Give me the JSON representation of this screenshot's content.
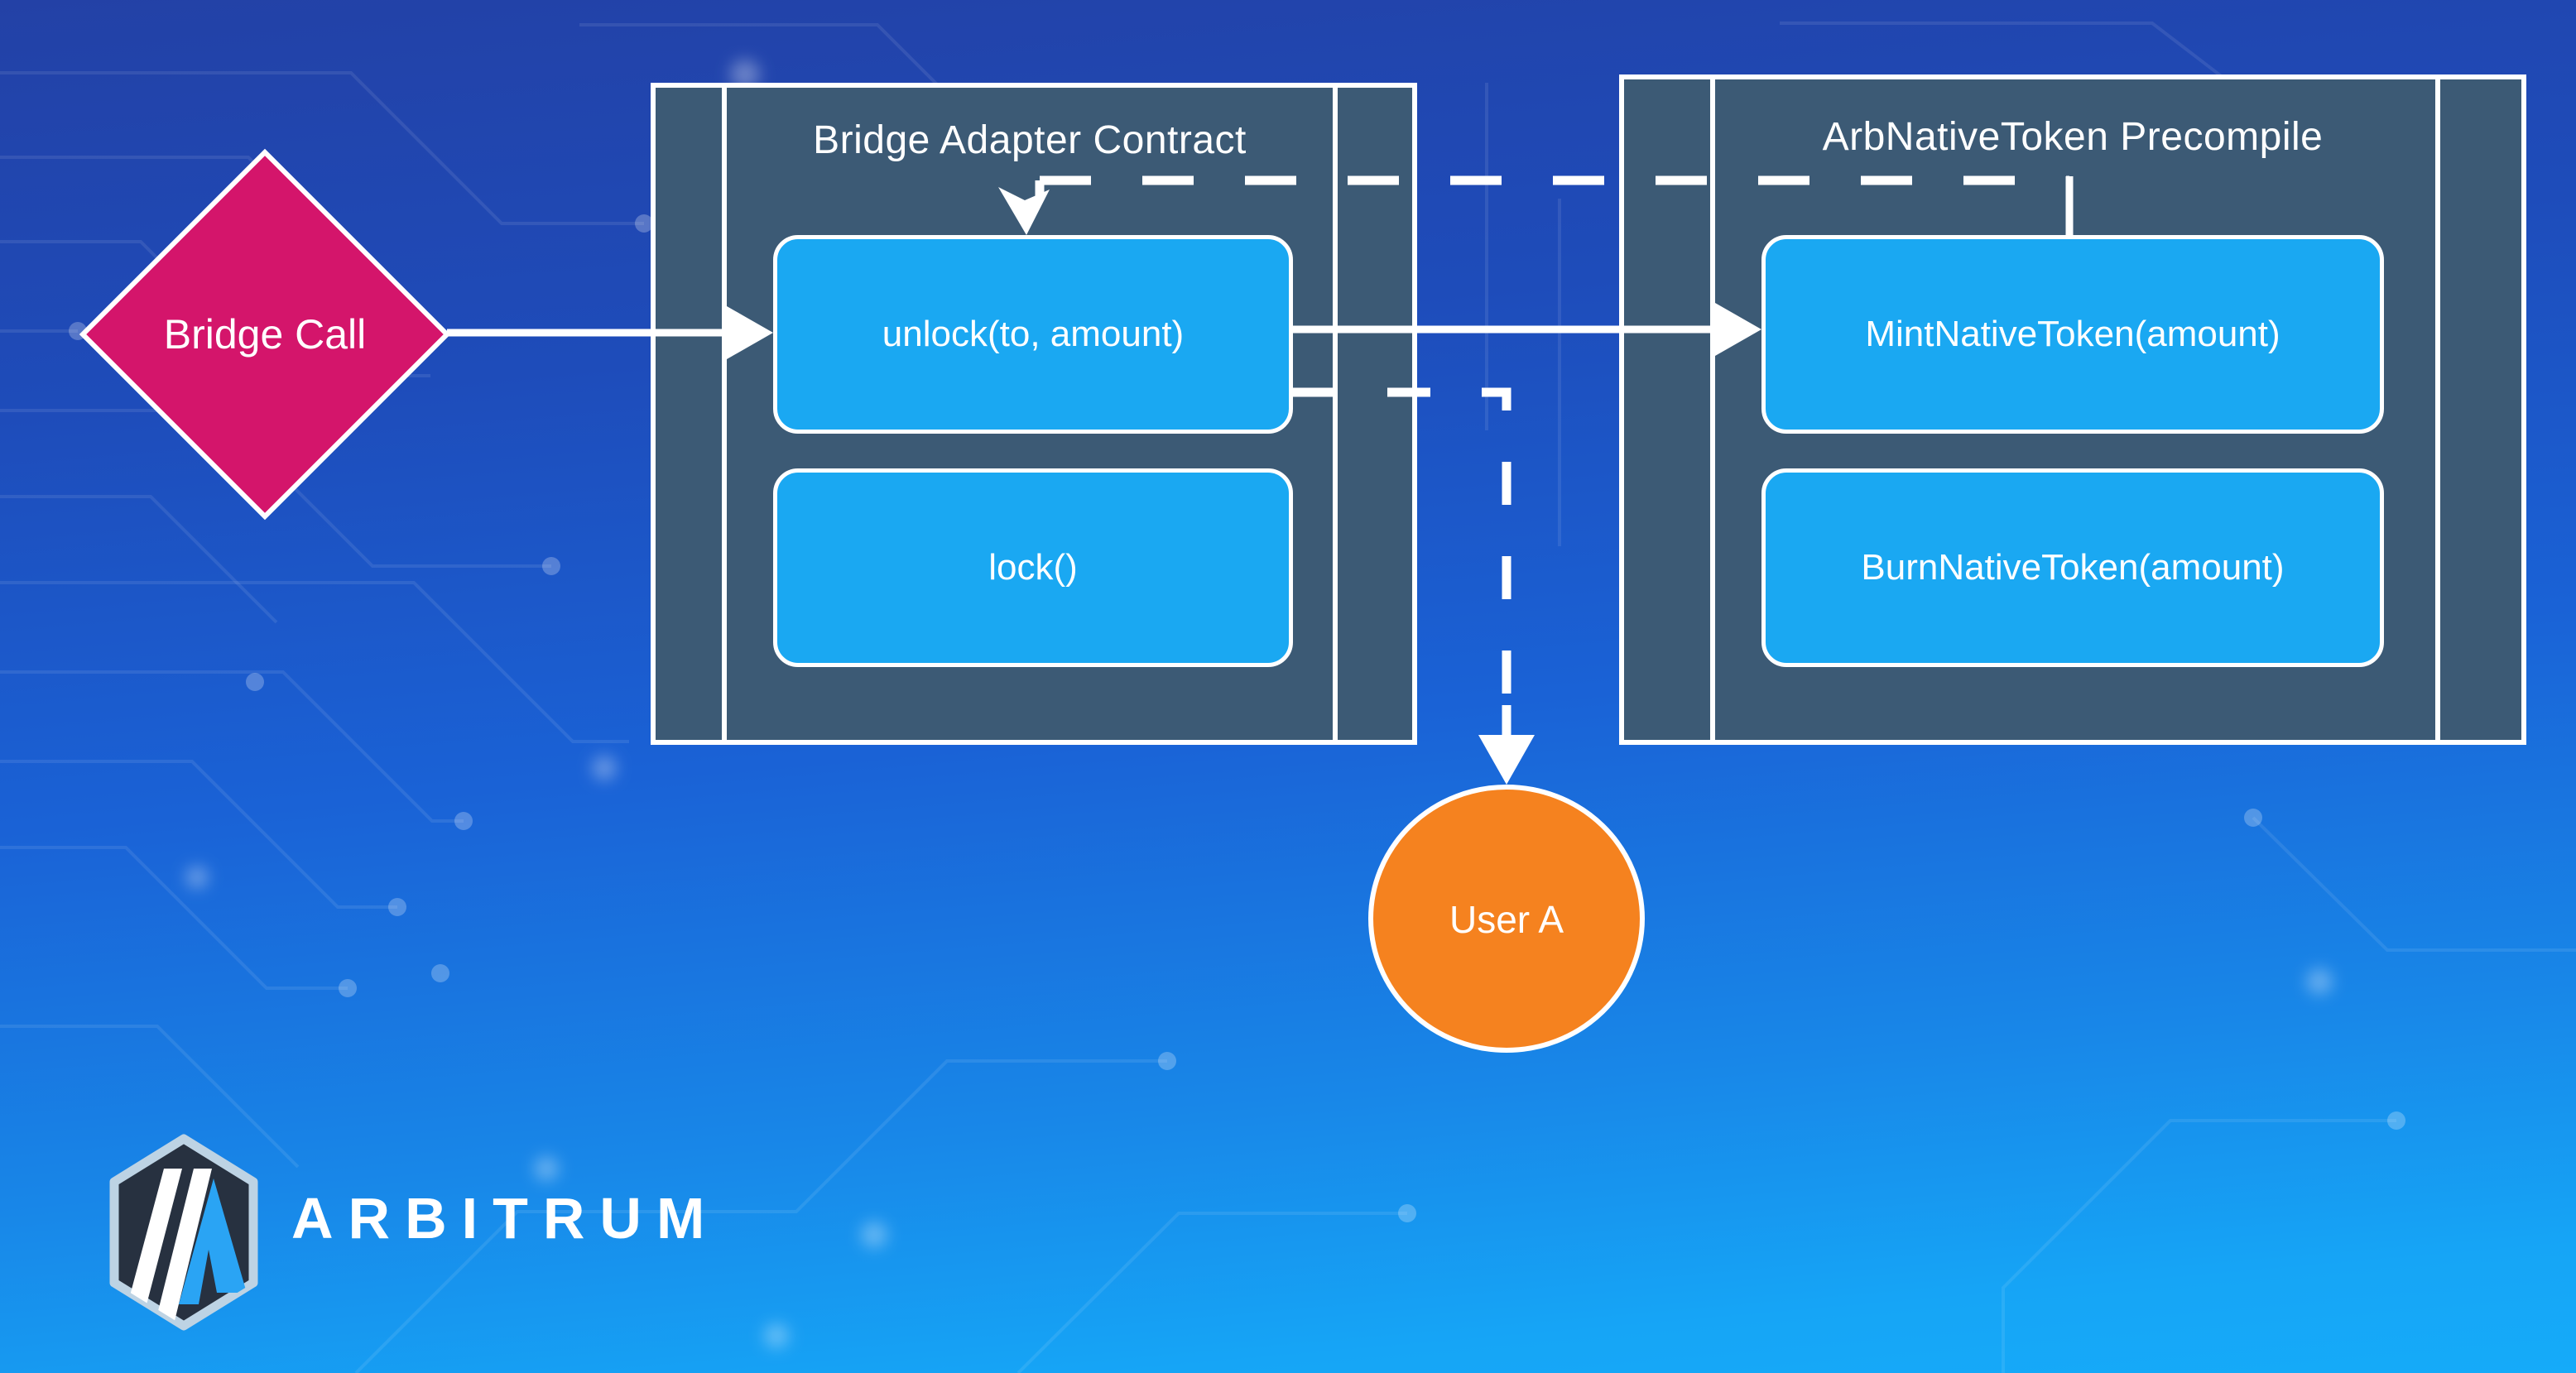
{
  "nodes": {
    "bridge_call": {
      "label": "Bridge Call"
    },
    "adapter": {
      "title": "Bridge Adapter Contract",
      "functions": [
        {
          "label": "unlock(to, amount)"
        },
        {
          "label": "lock()"
        }
      ]
    },
    "precompile": {
      "title": "ArbNativeToken Precompile",
      "functions": [
        {
          "label": "MintNativeToken(amount)"
        },
        {
          "label": "BurnNativeToken(amount)"
        }
      ]
    },
    "user": {
      "label": "User A"
    }
  },
  "brand": {
    "wordmark": "ARBITRUM",
    "logo_icon": "arbitrum-hexagon-icon"
  },
  "colors": {
    "background_top": "#2341a6",
    "background_bottom": "#15abf9",
    "container_fill": "#3c5a75",
    "function_box_fill": "#1aa8f2",
    "bridge_call_fill": "#d4156b",
    "user_fill": "#f5821f",
    "connector": "#ffffff",
    "logo_shield_fill": "#273140",
    "logo_shield_border": "#bdd3e4",
    "logo_mark_blue": "#2aa4f4"
  }
}
